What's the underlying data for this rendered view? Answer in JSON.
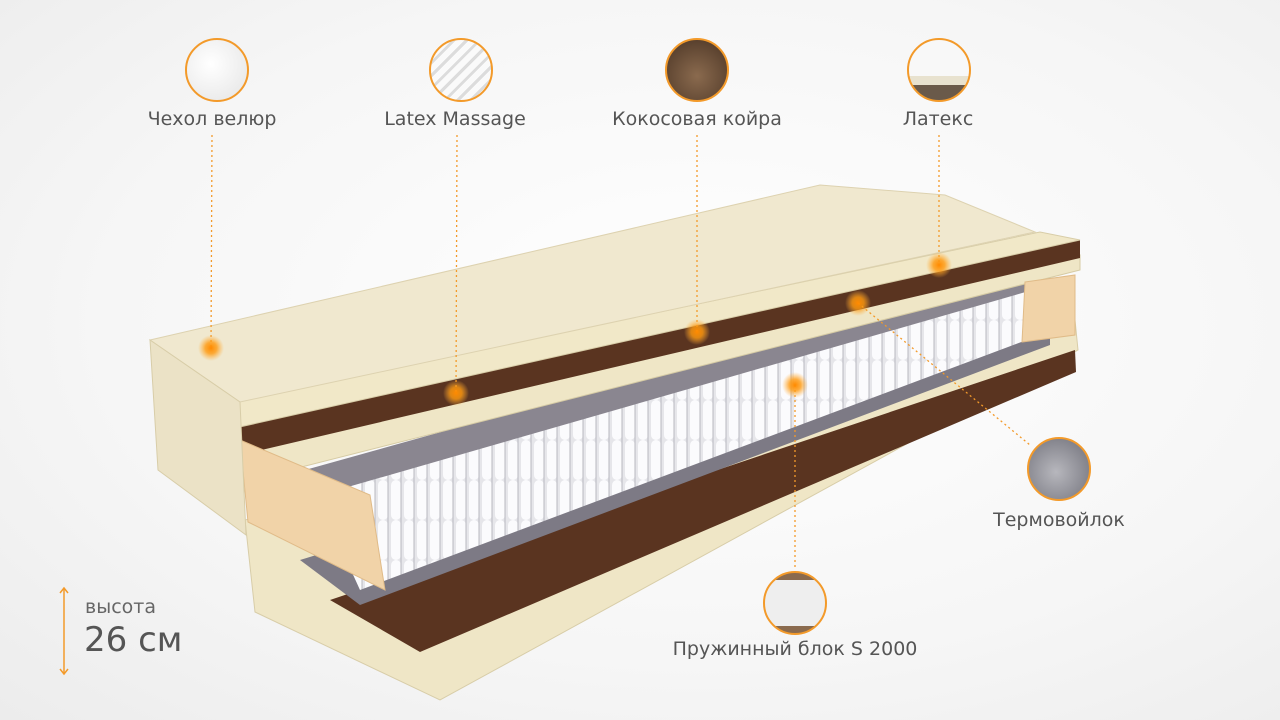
{
  "callouts": [
    {
      "label": "Чехол велюр",
      "icon": "velour-cover-thumbnail"
    },
    {
      "label": "Latex Massage",
      "icon": "latex-massage-thumbnail"
    },
    {
      "label": "Кокосовая койра",
      "icon": "coconut-coir-thumbnail"
    },
    {
      "label": "Латекс",
      "icon": "latex-thumbnail"
    },
    {
      "label": "Термовойлок",
      "icon": "thermofelt-thumbnail"
    },
    {
      "label": "Пружинный блок S 2000",
      "icon": "spring-block-thumbnail"
    }
  ],
  "height": {
    "label": "высота",
    "value": "26 см"
  },
  "colors": {
    "accent": "#f39a2a",
    "cream": "#efe6c8",
    "coir": "#5a3420",
    "felt": "#7d7a85",
    "foam": "#f1d3a8"
  }
}
